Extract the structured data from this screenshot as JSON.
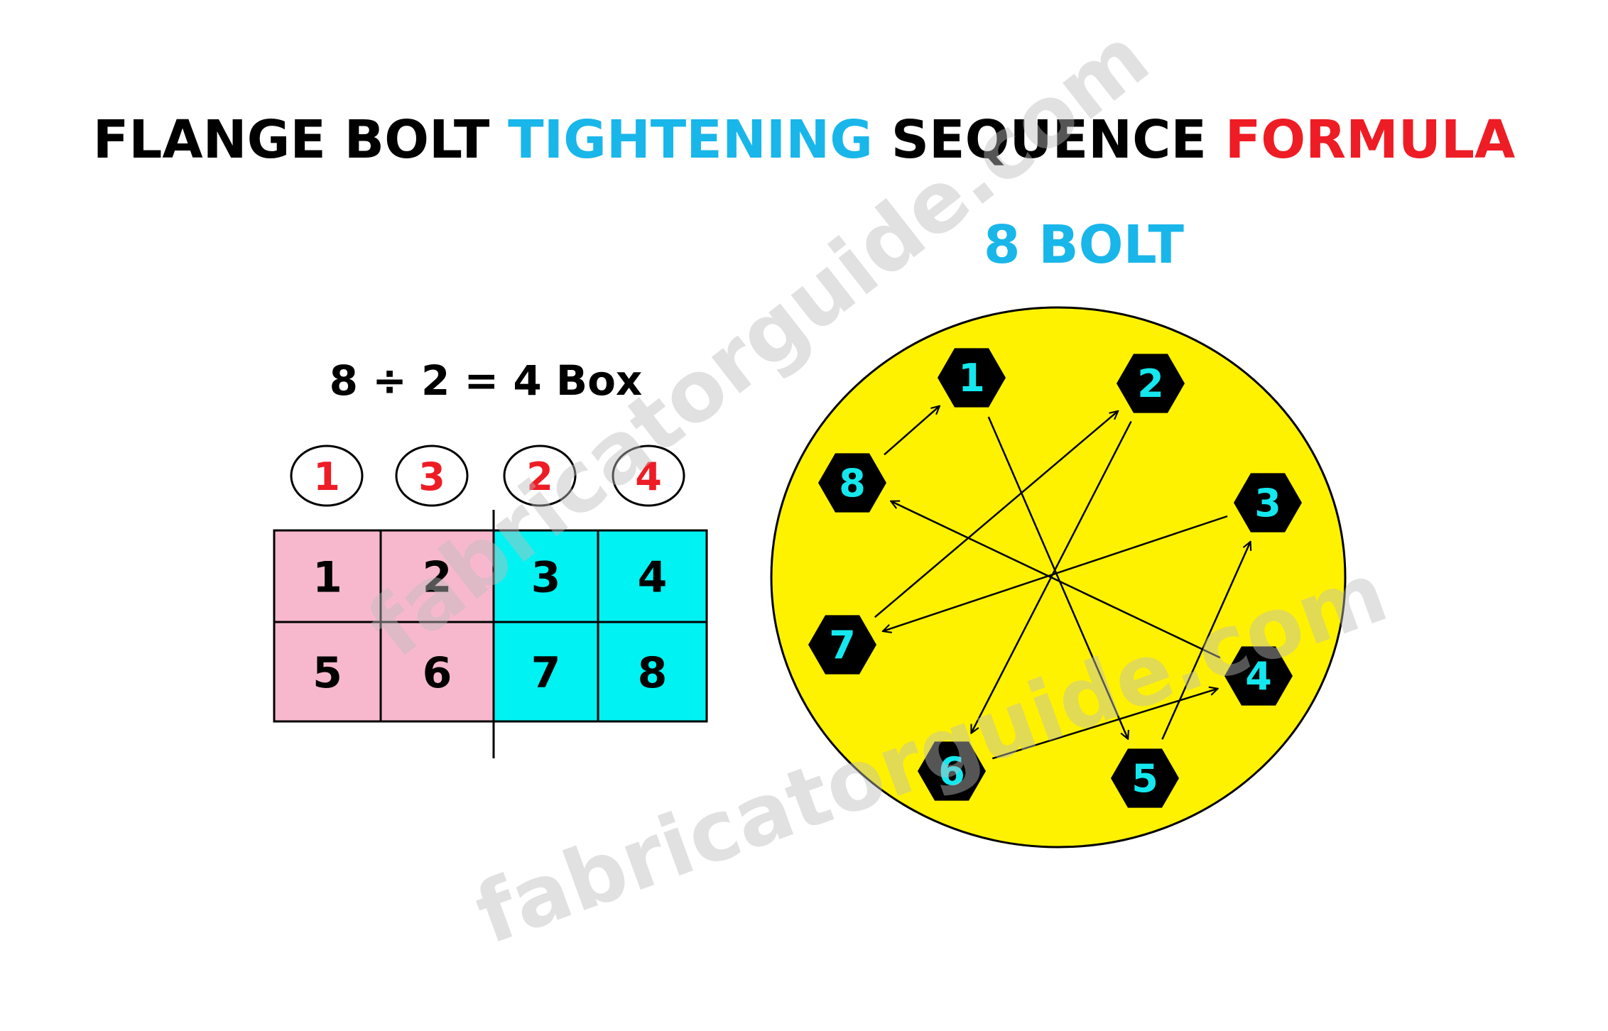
{
  "title": {
    "part1": "FLANGE BOLT",
    "part2": "TIGHTENING",
    "part3": "SEQUENCE",
    "part4": "FORMULA"
  },
  "subtitle": "8 BOLT",
  "formula": "8 ÷ 2 = 4 Box",
  "circle_labels": [
    "1",
    "3",
    "2",
    "4"
  ],
  "grid": {
    "rows": [
      [
        "1",
        "2",
        "3",
        "4"
      ],
      [
        "5",
        "6",
        "7",
        "8"
      ]
    ]
  },
  "bolts": [
    "1",
    "2",
    "3",
    "4",
    "5",
    "6",
    "7",
    "8"
  ],
  "sequence": [
    "1",
    "5",
    "3",
    "7",
    "2",
    "6",
    "4",
    "8"
  ],
  "watermark": "fabricatorguide.com",
  "colors": {
    "black": "#000000",
    "cyan_title": "#19b6ea",
    "red": "#ee1c25",
    "pink": "#f7b8cd",
    "cyan_box": "#00f2f2",
    "yellow": "#fff200",
    "bolt_text": "#14e8ee"
  }
}
